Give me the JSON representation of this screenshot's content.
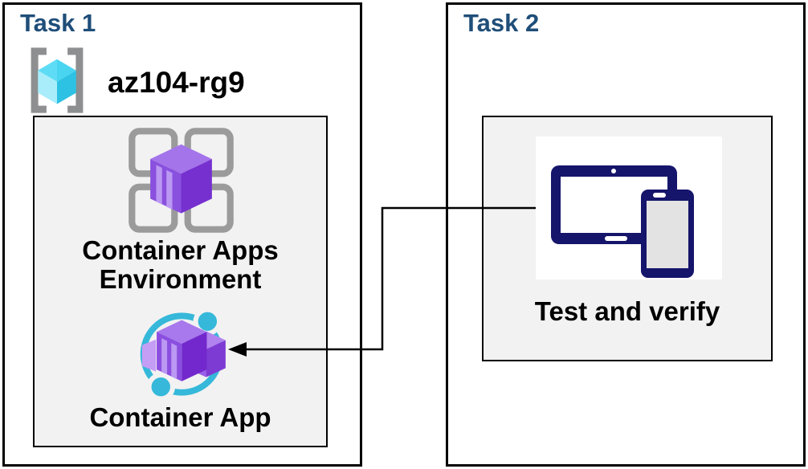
{
  "task1": {
    "title": "Task 1",
    "resource_group": {
      "name": "az104-rg9",
      "icon": "azure-resource-group-icon"
    },
    "environment": {
      "label": "Container Apps Environment",
      "icon": "container-apps-environment-icon"
    },
    "app": {
      "label": "Container App",
      "icon": "container-app-icon"
    }
  },
  "task2": {
    "title": "Task 2",
    "test": {
      "label": "Test and verify",
      "icon": "tablet-and-phone-icon"
    }
  },
  "connector": {
    "from": "Test and verify",
    "to": "Container App",
    "style": "elbow-arrow-left"
  },
  "colors": {
    "title_text": "#1f4e79",
    "body_text": "#000000",
    "panel_border": "#000000",
    "inner_panel_fill": "#f2f2f2",
    "icon_card_fill": "#ffffff",
    "azure_purple": "#8a50de",
    "azure_purple_light": "#bb98f2",
    "azure_purple_dark": "#7630cf",
    "azure_purple_top": "#a474ea",
    "azure_cyan_accent": "#35b8d9",
    "resource_cube_top": "#49d4f0",
    "resource_cube_left": "#a9edfb",
    "resource_cube_right": "#2dc2e3",
    "bracket_gray": "#8d8f90",
    "grid_gray": "#9b9b9b",
    "device_navy": "#15156b",
    "device_screen_gray": "#e3e3e3"
  }
}
